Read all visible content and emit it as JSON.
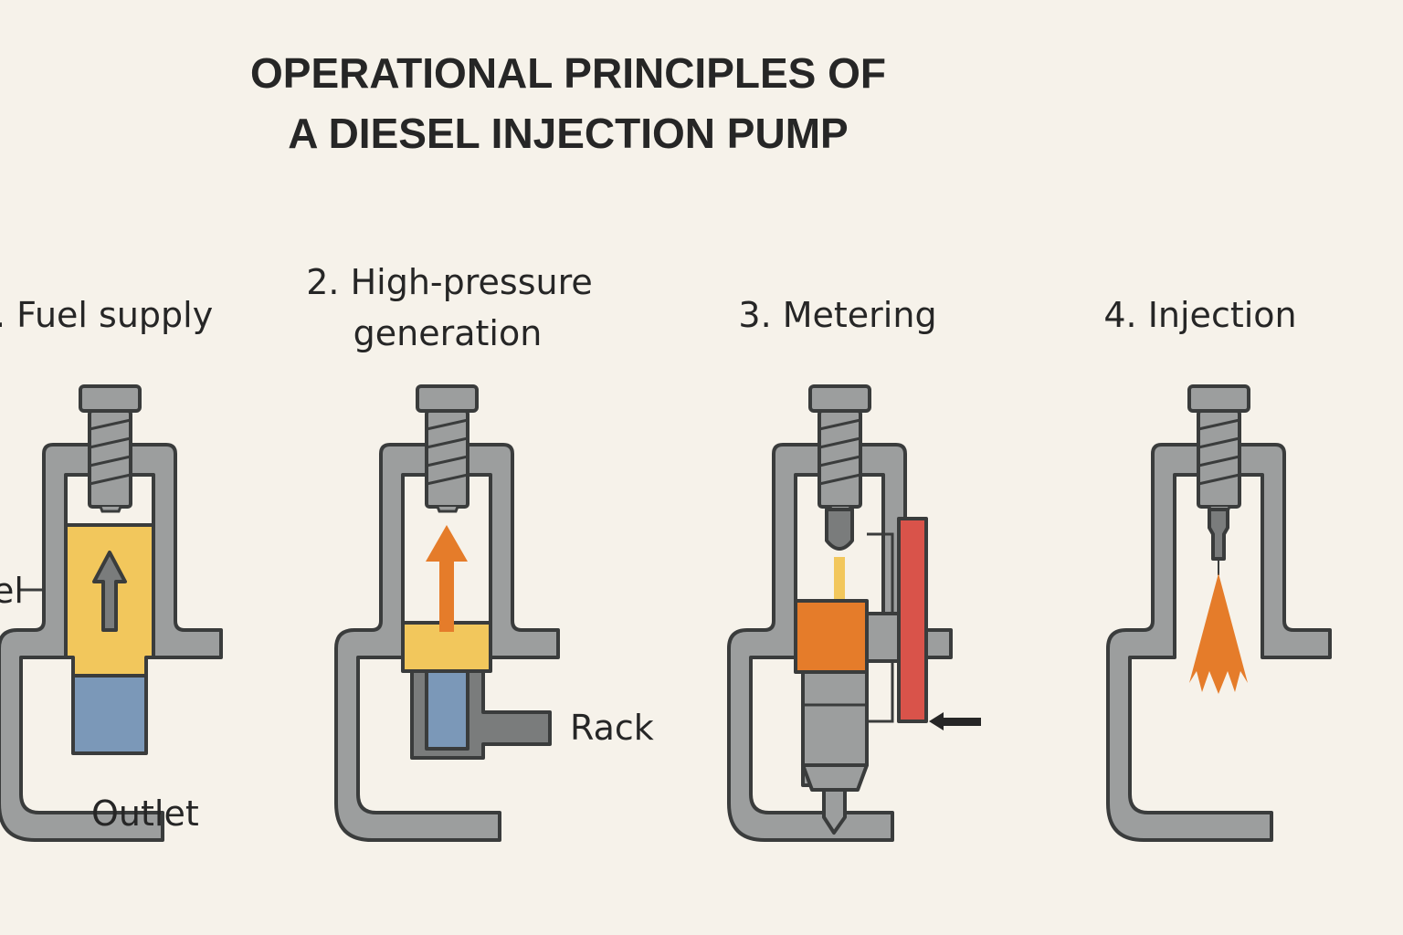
{
  "title": {
    "line1": "OPERATIONAL PRINCIPLES OF",
    "line2": "A DIESEL INJECTION PUMP"
  },
  "steps": [
    {
      "label": ". Fuel supply"
    },
    {
      "label_line1": "2. High-pressure",
      "label_line2": "generation"
    },
    {
      "label": "3. Metering"
    },
    {
      "label": "4. Injection"
    }
  ],
  "labels": {
    "fuel": "el",
    "outlet": "Outlet",
    "rack": "Rack"
  },
  "colors": {
    "background": "#f6f2ea",
    "metal": "#9c9e9e",
    "outline": "#3a3c3c",
    "fuel": "#f2c75c",
    "plunger": "#7b98b8",
    "pressure": "#e57c2a",
    "rack_bar": "#d9534a"
  }
}
